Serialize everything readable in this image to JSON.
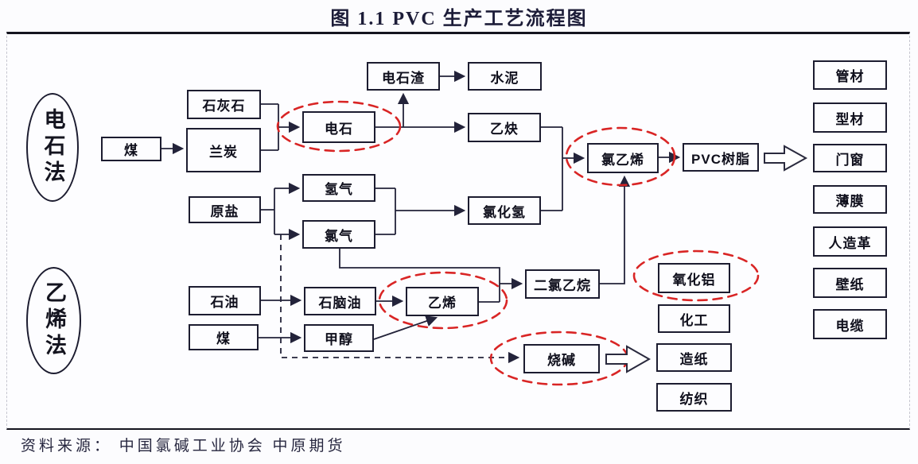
{
  "figure": {
    "title": "图 1.1 PVC 生产工艺流程图",
    "source": "资料来源： 中国氯碱工业协会  中原期货"
  },
  "methods": {
    "calcium_carbide_method": "电石法",
    "ethylene_method": "乙烯法"
  },
  "nodes": {
    "coal_top": "煤",
    "limestone": "石灰石",
    "semi_coke": "兰炭",
    "calcium_carbide": "电石",
    "carbide_slag": "电石渣",
    "cement": "水泥",
    "acetylene": "乙炔",
    "raw_salt": "原盐",
    "hydrogen": "氢气",
    "chlorine": "氯气",
    "hydrogen_chloride": "氯化氢",
    "vinyl_chloride": "氯乙烯",
    "pvc_resin": "PVC树脂",
    "petroleum": "石油",
    "naphtha": "石脑油",
    "ethylene": "乙烯",
    "coal_bottom": "煤",
    "methanol": "甲醇",
    "dichloroethane": "二氯乙烷",
    "caustic_soda": "烧碱",
    "aluminum_oxide": "氧化铝",
    "chemical_industry": "化工",
    "papermaking": "造纸",
    "textile": "纺织",
    "pipe": "管材",
    "profile": "型材",
    "doors_windows": "门窗",
    "film": "薄膜",
    "artificial_leather": "人造革",
    "wallpaper": "壁纸",
    "cable": "电缆"
  },
  "highlighted_nodes": [
    "电石",
    "氯乙烯",
    "乙烯",
    "氧化铝",
    "烧碱"
  ],
  "edges": [
    {
      "from": "煤",
      "to": "兰炭",
      "style": "solid"
    },
    {
      "from": "石灰石",
      "to": "电石",
      "style": "solid"
    },
    {
      "from": "兰炭",
      "to": "电石",
      "style": "solid"
    },
    {
      "from": "电石",
      "to": "电石渣",
      "style": "solid"
    },
    {
      "from": "电石渣",
      "to": "水泥",
      "style": "solid"
    },
    {
      "from": "电石",
      "to": "乙炔",
      "style": "solid"
    },
    {
      "from": "原盐",
      "to": "氢气",
      "style": "solid"
    },
    {
      "from": "原盐",
      "to": "氯气",
      "style": "solid"
    },
    {
      "from": "氢气",
      "to": "氯化氢",
      "style": "solid"
    },
    {
      "from": "氯气",
      "to": "氯化氢",
      "style": "solid"
    },
    {
      "from": "乙炔",
      "to": "氯乙烯",
      "style": "solid"
    },
    {
      "from": "氯化氢",
      "to": "氯乙烯",
      "style": "solid"
    },
    {
      "from": "氯气",
      "to": "二氯乙烷",
      "style": "solid"
    },
    {
      "from": "乙烯",
      "to": "二氯乙烷",
      "style": "solid"
    },
    {
      "from": "二氯乙烷",
      "to": "氯乙烯",
      "style": "solid"
    },
    {
      "from": "氯乙烯",
      "to": "PVC树脂",
      "style": "solid"
    },
    {
      "from": "石油",
      "to": "石脑油",
      "style": "solid"
    },
    {
      "from": "石脑油",
      "to": "乙烯",
      "style": "solid"
    },
    {
      "from": "煤",
      "to": "甲醇",
      "style": "solid"
    },
    {
      "from": "甲醇",
      "to": "乙烯",
      "style": "solid"
    },
    {
      "from": "原盐",
      "to": "烧碱",
      "style": "dashed"
    },
    {
      "from": "PVC树脂",
      "to": "管材/型材/门窗/薄膜/人造革/壁纸/电缆",
      "style": "block-arrow"
    },
    {
      "from": "烧碱",
      "to": "氧化铝/化工/造纸/纺织",
      "style": "block-arrow"
    }
  ],
  "colors": {
    "highlight_red": "#d92525",
    "line": "#23233a",
    "box_border": "#1c1c30",
    "frame": "#15151f"
  }
}
